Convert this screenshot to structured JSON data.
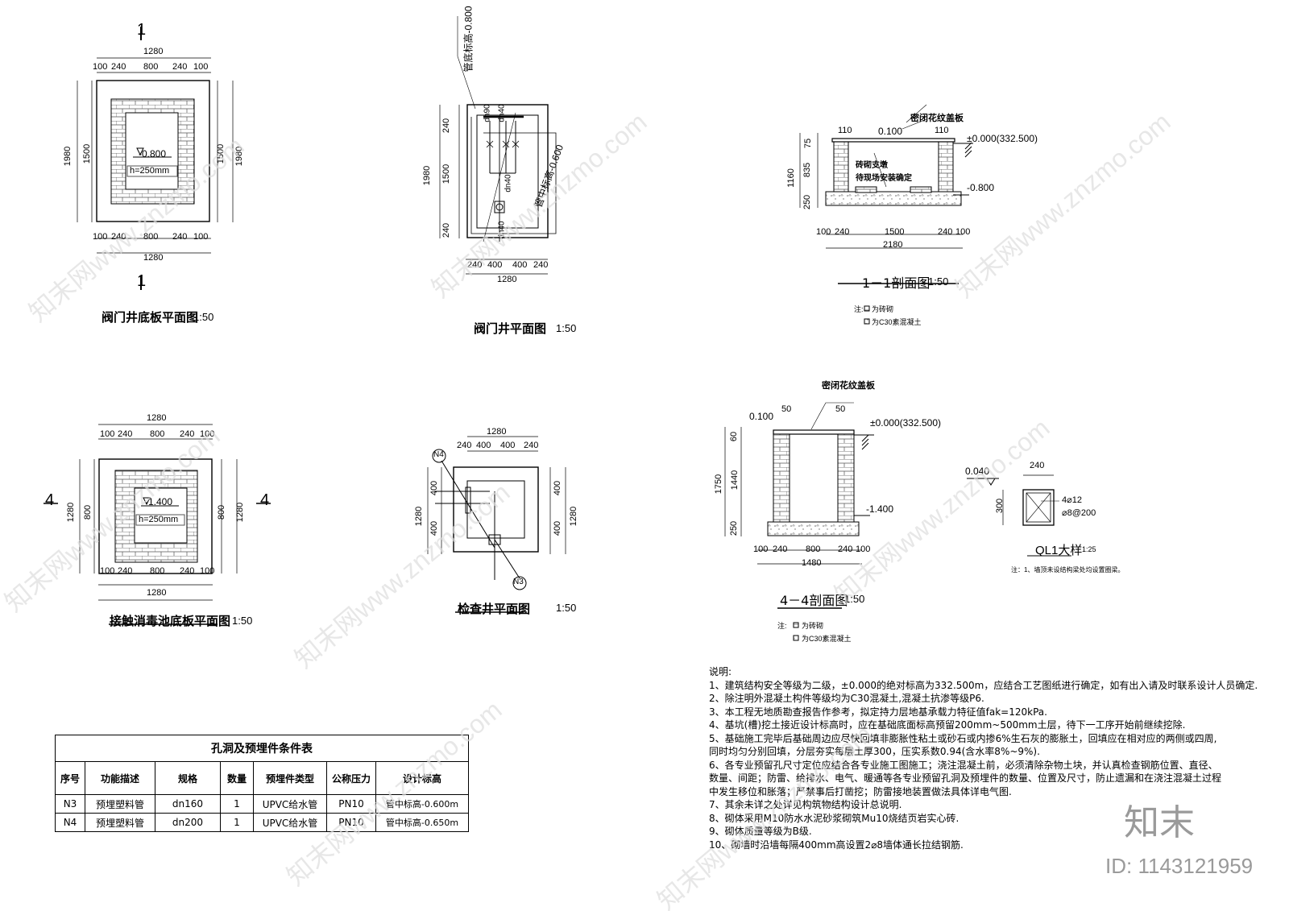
{
  "drawings": {
    "valve_base": {
      "title": "阀门井底板平面图",
      "scale": "1:50",
      "section_mark": "1",
      "elev": "-0.800",
      "h": "h=250mm",
      "dims": {
        "w": "1280",
        "h": "1980",
        "inner": "1500",
        "a": "100",
        "b": "240",
        "c": "800"
      }
    },
    "valve_plan": {
      "title": "阀门井平面图",
      "scale": "1:50",
      "pipe_bottom": "管底标高-0.800",
      "pipe_mid": "管中标高-0.600",
      "dn90": "dn90",
      "dn40": "dn40",
      "dims": {
        "w": "1280",
        "h": "1980",
        "inner": "1500",
        "b": "240",
        "d": "400"
      }
    },
    "section11": {
      "title": "1－1剖面图",
      "scale": "1:50",
      "cover": "密闭花纹盖板",
      "support": "砖砌支墩",
      "support2": "待现场安装确定",
      "elev0": "±0.000(332.500)",
      "elev1": "-0.800",
      "top": "0.100",
      "t110": "110",
      "dims": {
        "h": "1160",
        "h1": "75",
        "h2": "835",
        "h3": "250",
        "w": "2180",
        "w1": "1500",
        "a": "100",
        "b": "240"
      },
      "legend": {
        "note": "注:",
        "brick": "为砖砌",
        "concrete": "为C30素混凝土"
      }
    },
    "disinfect_base": {
      "title": "接触消毒池底板平面图",
      "scale": "1:50",
      "section_mark": "4",
      "elev": "-1.400",
      "h": "h=250mm",
      "dims": {
        "w": "1280",
        "a": "100",
        "b": "240",
        "c": "800"
      }
    },
    "manhole_plan": {
      "title": "检查井平面图",
      "scale": "1:50",
      "n3": "N3",
      "n4": "N4",
      "dims": {
        "w": "1280",
        "b": "240",
        "d": "400"
      }
    },
    "section44": {
      "title": "4－4剖面图",
      "scale": "1:50",
      "cover": "密闭花纹盖板",
      "top": "0.100",
      "t50": "50",
      "elev0": "±0.000(332.500)",
      "elev1": "-1.400",
      "dims": {
        "h": "1750",
        "h1": "60",
        "h2": "1440",
        "h3": "250",
        "w": "1480",
        "a": "100",
        "b": "240",
        "c": "800"
      },
      "legend": {
        "note": "注:",
        "brick": "为砖砌",
        "concrete": "为C30素混凝土"
      }
    },
    "ql1": {
      "title": "QL1大样",
      "scale": "1:25",
      "elev": "0.040",
      "w": "240",
      "h": "300",
      "bar": "4⌀12",
      "stirrup": "⌀8@200",
      "note": "注：1、墙顶未设结构梁处均设置圈梁。"
    }
  },
  "table": {
    "caption": "孔洞及预埋件条件表",
    "headers": [
      "序号",
      "功能描述",
      "规格",
      "数量",
      "预埋件类型",
      "公称压力",
      "设计标高"
    ],
    "rows": [
      [
        "N3",
        "预埋塑料管",
        "dn160",
        "1",
        "UPVC给水管",
        "PN10",
        "管中标高-0.600m"
      ],
      [
        "N4",
        "预埋塑料管",
        "dn200",
        "1",
        "UPVC给水管",
        "PN10",
        "管中标高-0.650m"
      ]
    ]
  },
  "notes": {
    "heading": "说明:",
    "items": [
      "1、建筑结构安全等级为二级，±0.000的绝对标高为332.500m，应结合工艺图纸进行确定，如有出入请及时联系设计人员确定.",
      "2、除注明外混凝土构件等级均为C30混凝土,混凝土抗渗等级P6.",
      "3、本工程无地质勘查报告作参考，拟定持力层地基承载力特征值fak=120kPa.",
      "4、基坑(槽)挖土接近设计标高时，应在基础底面标高预留200mm~500mm土层，待下一工序开始前继续挖除.",
      "5、基础施工完毕后基础周边应尽快回填非膨胀性粘土或砂石或内掺6%生石灰的膨胀土，回填应在相对应的两侧或四周,",
      "    同时均匀分别回填，分层夯实每层土厚300，压实系数0.94(含水率8%~9%).",
      "6、各专业预留孔尺寸定位应结合各专业施工图施工；浇注混凝土前，必须清除杂物土块，并认真检查钢筋位置、直径、",
      "    数量、间距；防雷、给排水、电气、暖通等各专业预留孔洞及预埋件的数量、位置及尺寸，防止遗漏和在浇注混凝土过程",
      "    中发生移位和胀落；严禁事后打凿挖；防雷接地装置做法具体详电气图.",
      "7、其余未详之处详见构筑物结构设计总说明.",
      "8、砌体采用M10防水水泥砂浆砌筑Mu10烧结页岩实心砖.",
      "9、砌体质量等级为B级.",
      "10、砌墙时沿墙每隔400mm高设置2⌀8墙体通长拉结钢筋."
    ]
  },
  "watermark": {
    "text": "知末网www.znzmo.com",
    "brand": "知末",
    "id": "ID: 1143121959"
  }
}
